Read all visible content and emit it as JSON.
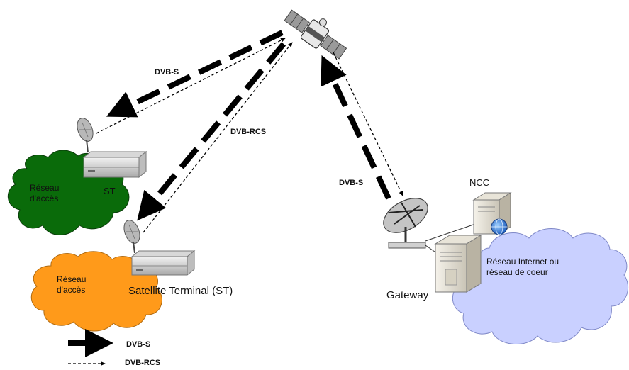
{
  "labels": {
    "dvb_s_top": "DVB-S",
    "dvb_rcs_mid": "DVB-RCS",
    "dvb_s_gateway": "DVB-S",
    "st": "ST",
    "satellite_terminal": "Satellite Terminal (ST)",
    "gateway": "Gateway",
    "ncc": "NCC"
  },
  "clouds": {
    "green": {
      "text": "Réseau d'accès",
      "color": "#0a6b0a"
    },
    "orange": {
      "text": "Réseau d'accès",
      "color": "#ff9a1a"
    },
    "blue": {
      "text": "Réseau Internet ou réseau de coeur",
      "color": "#c9d0ff"
    }
  },
  "legend": {
    "dvb_s": "DVB-S",
    "dvb_rcs": "DVB-RCS"
  },
  "icons": [
    "satellite-icon",
    "dish-antenna-icon",
    "modem-icon",
    "gateway-dish-icon",
    "server-icon",
    "globe-icon"
  ]
}
